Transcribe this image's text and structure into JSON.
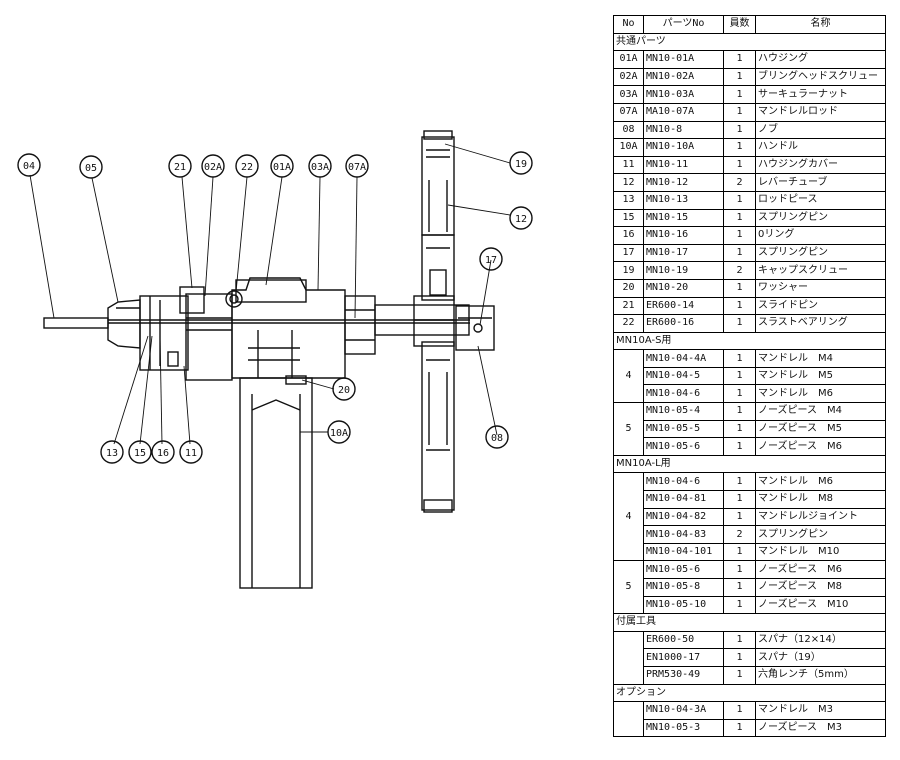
{
  "diagram": {
    "callouts": [
      {
        "id": "c04",
        "label": "04"
      },
      {
        "id": "c05",
        "label": "05"
      },
      {
        "id": "c21",
        "label": "21"
      },
      {
        "id": "c02A",
        "label": "02A"
      },
      {
        "id": "c22",
        "label": "22"
      },
      {
        "id": "c01A",
        "label": "01A"
      },
      {
        "id": "c03A",
        "label": "03A"
      },
      {
        "id": "c07A",
        "label": "07A"
      },
      {
        "id": "c19",
        "label": "19"
      },
      {
        "id": "c12",
        "label": "12"
      },
      {
        "id": "c17",
        "label": "17"
      },
      {
        "id": "c08",
        "label": "08"
      },
      {
        "id": "c20",
        "label": "20"
      },
      {
        "id": "c10A",
        "label": "10A"
      },
      {
        "id": "c13",
        "label": "13"
      },
      {
        "id": "c15",
        "label": "15"
      },
      {
        "id": "c16",
        "label": "16"
      },
      {
        "id": "c11",
        "label": "11"
      }
    ]
  },
  "table": {
    "headers": [
      "No",
      "パーツNo",
      "員数",
      "名称"
    ],
    "sections": [
      {
        "title": "共通パーツ",
        "rows": [
          {
            "no": "01A",
            "part": "MN10-01A",
            "qty": "1",
            "name": "ハウジング"
          },
          {
            "no": "02A",
            "part": "MN10-02A",
            "qty": "1",
            "name": "ブリングヘッドスクリュー"
          },
          {
            "no": "03A",
            "part": "MN10-03A",
            "qty": "1",
            "name": "サーキュラーナット"
          },
          {
            "no": "07A",
            "part": "MA10-07A",
            "qty": "1",
            "name": "マンドレルロッド"
          },
          {
            "no": "08",
            "part": "MN10-8",
            "qty": "1",
            "name": "ノブ"
          },
          {
            "no": "10A",
            "part": "MN10-10A",
            "qty": "1",
            "name": "ハンドル"
          },
          {
            "no": "11",
            "part": "MN10-11",
            "qty": "1",
            "name": "ハウジングカバー"
          },
          {
            "no": "12",
            "part": "MN10-12",
            "qty": "2",
            "name": "レバーチューブ"
          },
          {
            "no": "13",
            "part": "MN10-13",
            "qty": "1",
            "name": "ロッドピース"
          },
          {
            "no": "15",
            "part": "MN10-15",
            "qty": "1",
            "name": "スプリングピン"
          },
          {
            "no": "16",
            "part": "MN10-16",
            "qty": "1",
            "name": "0リング"
          },
          {
            "no": "17",
            "part": "MN10-17",
            "qty": "1",
            "name": "スプリングピン"
          },
          {
            "no": "19",
            "part": "MN10-19",
            "qty": "2",
            "name": "キャップスクリュー"
          },
          {
            "no": "20",
            "part": "MN10-20",
            "qty": "1",
            "name": "ワッシャー"
          },
          {
            "no": "21",
            "part": "ER600-14",
            "qty": "1",
            "name": "スライドピン"
          },
          {
            "no": "22",
            "part": "ER600-16",
            "qty": "1",
            "name": "スラストベアリング"
          }
        ]
      },
      {
        "title": "MN10A-S用",
        "groups": [
          {
            "no": "4",
            "rows": [
              {
                "part": "MN10-04-4A",
                "qty": "1",
                "name": "マンドレル　M4"
              },
              {
                "part": "MN10-04-5",
                "qty": "1",
                "name": "マンドレル　M5"
              },
              {
                "part": "MN10-04-6",
                "qty": "1",
                "name": "マンドレル　M6"
              }
            ]
          },
          {
            "no": "5",
            "rows": [
              {
                "part": "MN10-05-4",
                "qty": "1",
                "name": "ノーズピース　M4"
              },
              {
                "part": "MN10-05-5",
                "qty": "1",
                "name": "ノーズピース　M5"
              },
              {
                "part": "MN10-05-6",
                "qty": "1",
                "name": "ノーズピース　M6"
              }
            ]
          }
        ]
      },
      {
        "title": "MN10A-L用",
        "groups": [
          {
            "no": "4",
            "rows": [
              {
                "part": "MN10-04-6",
                "qty": "1",
                "name": "マンドレル　M6"
              },
              {
                "part": "MN10-04-81",
                "qty": "1",
                "name": "マンドレル　M8"
              },
              {
                "part": "MN10-04-82",
                "qty": "1",
                "name": "マンドレルジョイント"
              },
              {
                "part": "MN10-04-83",
                "qty": "2",
                "name": "スプリングピン"
              },
              {
                "part": "MN10-04-101",
                "qty": "1",
                "name": "マンドレル　M10"
              }
            ]
          },
          {
            "no": "5",
            "rows": [
              {
                "part": "MN10-05-6",
                "qty": "1",
                "name": "ノーズピース　M6"
              },
              {
                "part": "MN10-05-8",
                "qty": "1",
                "name": "ノーズピース　M8"
              },
              {
                "part": "MN10-05-10",
                "qty": "1",
                "name": "ノーズピース　M10"
              }
            ]
          }
        ]
      },
      {
        "title": "付属工具",
        "groups": [
          {
            "no": "",
            "rows": [
              {
                "part": "ER600-50",
                "qty": "1",
                "name": "スパナ（12×14）"
              },
              {
                "part": "EN1000-17",
                "qty": "1",
                "name": "スパナ（19）"
              },
              {
                "part": "PRM530-49",
                "qty": "1",
                "name": "六角レンチ（5mm）"
              }
            ]
          }
        ]
      },
      {
        "title": "オプション",
        "groups": [
          {
            "no": "",
            "rows": [
              {
                "part": "MN10-04-3A",
                "qty": "1",
                "name": "マンドレル　M3"
              },
              {
                "part": "MN10-05-3",
                "qty": "1",
                "name": "ノーズピース　M3"
              }
            ]
          }
        ]
      }
    ]
  }
}
